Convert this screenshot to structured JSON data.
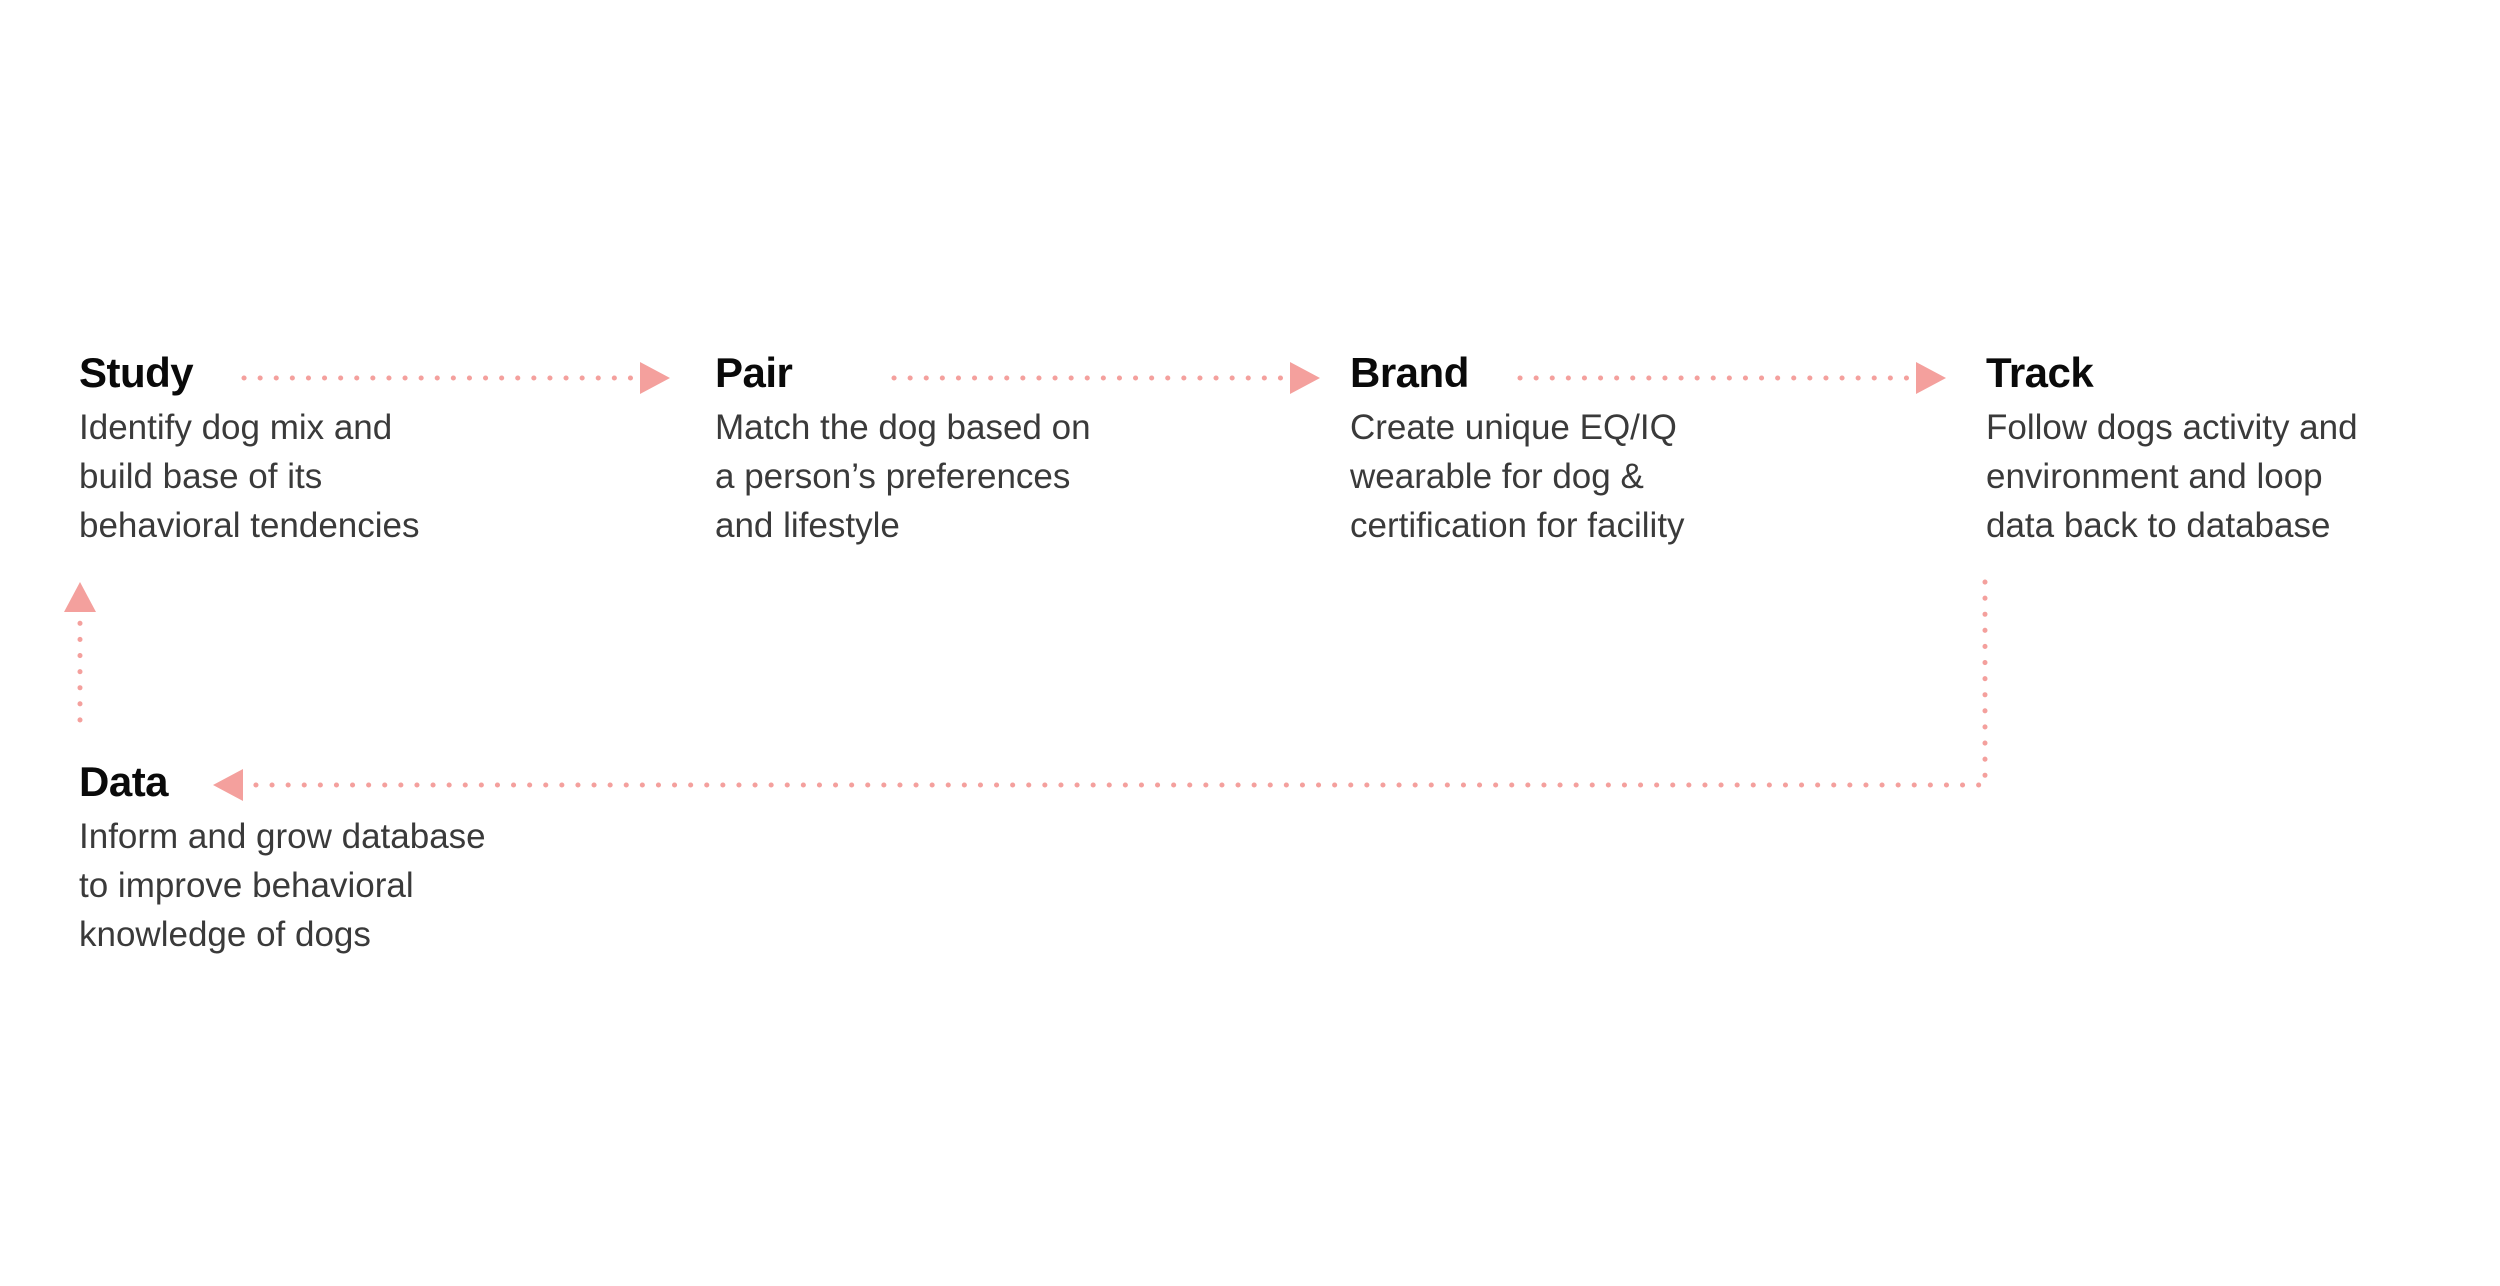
{
  "colors": {
    "background": "#ffffff",
    "title": "#0a0a0a",
    "text": "#3a3a3a",
    "connector": "#f4a09d"
  },
  "steps": [
    {
      "id": "study",
      "title": "Study",
      "lines": [
        "Identify dog mix and",
        "build base of its",
        "behavioral tendencies"
      ]
    },
    {
      "id": "pair",
      "title": "Pair",
      "lines": [
        "Match the dog based on",
        "a person’s preferences",
        "and lifestyle"
      ]
    },
    {
      "id": "brand",
      "title": "Brand",
      "lines": [
        "Create unique EQ/IQ",
        "wearable for dog &",
        "certification for facility"
      ]
    },
    {
      "id": "track",
      "title": "Track",
      "lines": [
        "Follow dogs activity and",
        "environment and loop",
        "data back to database"
      ]
    },
    {
      "id": "data",
      "title": "Data",
      "lines": [
        "Inform and grow database",
        "to improve behavioral",
        "knowledge of dogs"
      ]
    }
  ],
  "connectors": [
    {
      "from": "study",
      "to": "pair",
      "style": "dotted",
      "arrow": "right"
    },
    {
      "from": "pair",
      "to": "brand",
      "style": "dotted",
      "arrow": "right"
    },
    {
      "from": "brand",
      "to": "track",
      "style": "dotted",
      "arrow": "right"
    },
    {
      "from": "track",
      "to": "data",
      "style": "dotted",
      "arrow": "left"
    },
    {
      "from": "data",
      "to": "study",
      "style": "dotted",
      "arrow": "up"
    }
  ]
}
